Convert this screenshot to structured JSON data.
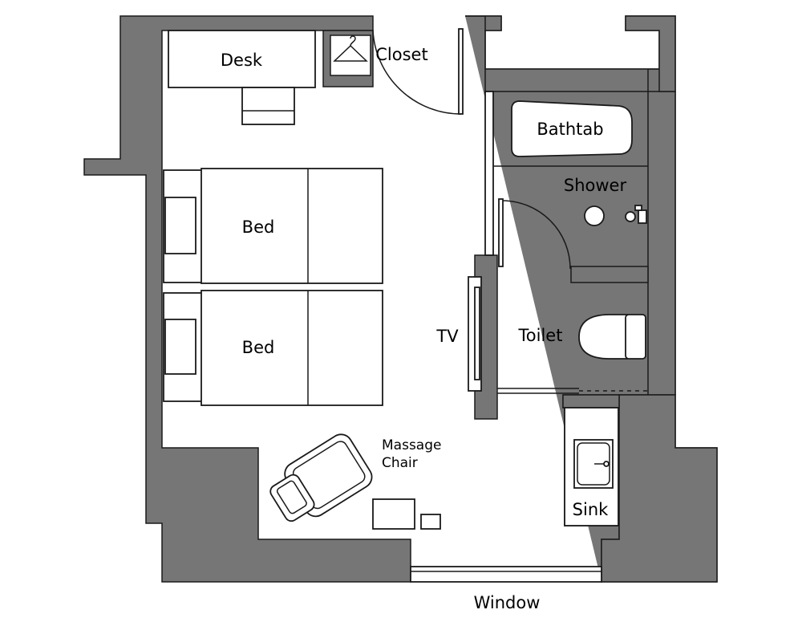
{
  "colors": {
    "wall": "#767676",
    "line": "#1a1a1a",
    "floor": "#ffffff"
  },
  "labels": {
    "desk": "Desk",
    "closet": "Closet",
    "bathtab": "Bathtab",
    "shower": "Shower",
    "bed_top": "Bed",
    "bed_bottom": "Bed",
    "tv": "TV",
    "toilet": "Toilet",
    "massage_chair_line1": "Massage",
    "massage_chair_line2": "Chair",
    "sink": "Sink",
    "window": "Window"
  },
  "icons": [
    "hanger-icon",
    "faucet-icon",
    "shower-drain-icon",
    "sink-faucet-icon"
  ]
}
